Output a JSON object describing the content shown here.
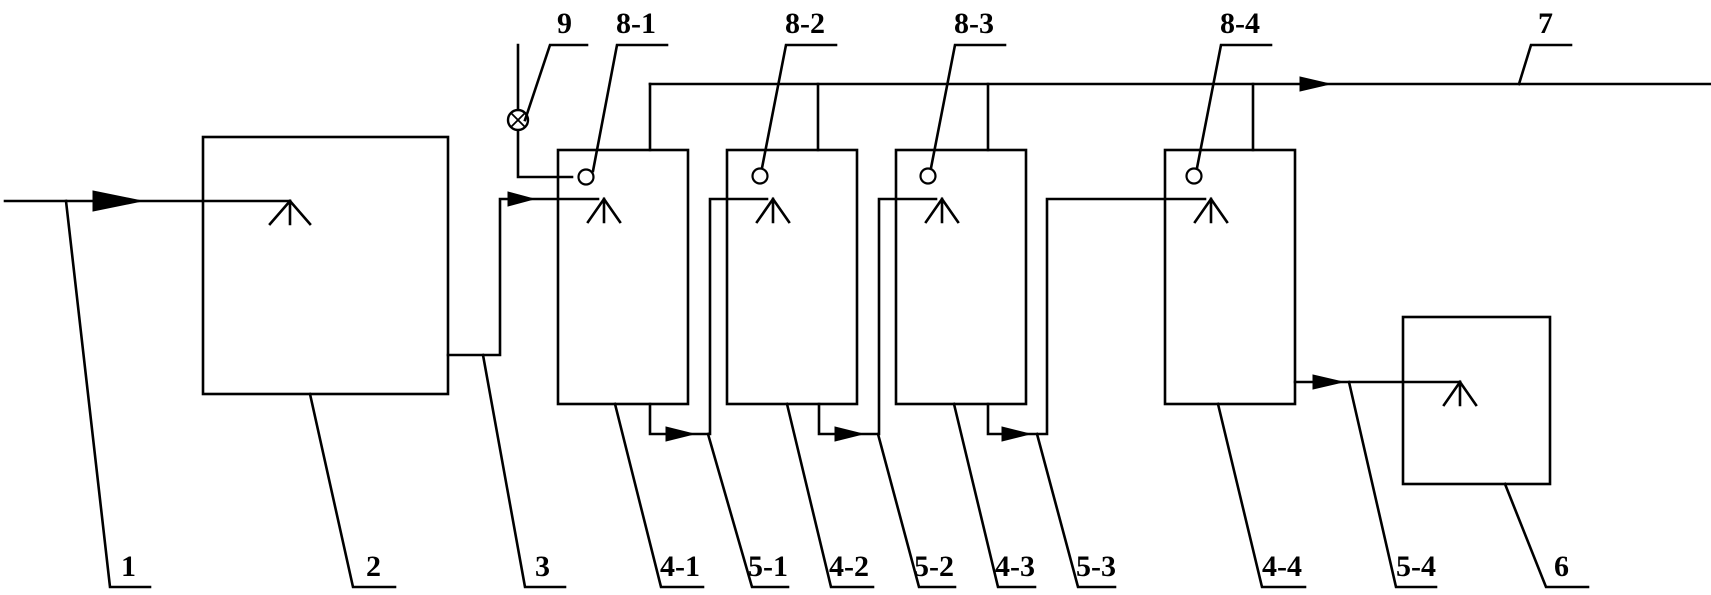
{
  "labels": {
    "l1": "1",
    "l2": "2",
    "l3": "3",
    "l4_1": "4-1",
    "l5_1": "5-1",
    "l4_2": "4-2",
    "l5_2": "5-2",
    "l4_3": "4-3",
    "l5_3": "5-3",
    "l4_4": "4-4",
    "l5_4": "5-4",
    "l6": "6",
    "l7": "7",
    "l8_1": "8-1",
    "l8_2": "8-2",
    "l8_3": "8-3",
    "l8_4": "8-4",
    "l9": "9"
  },
  "colors": {
    "line": "#000000",
    "background": "#ffffff"
  }
}
